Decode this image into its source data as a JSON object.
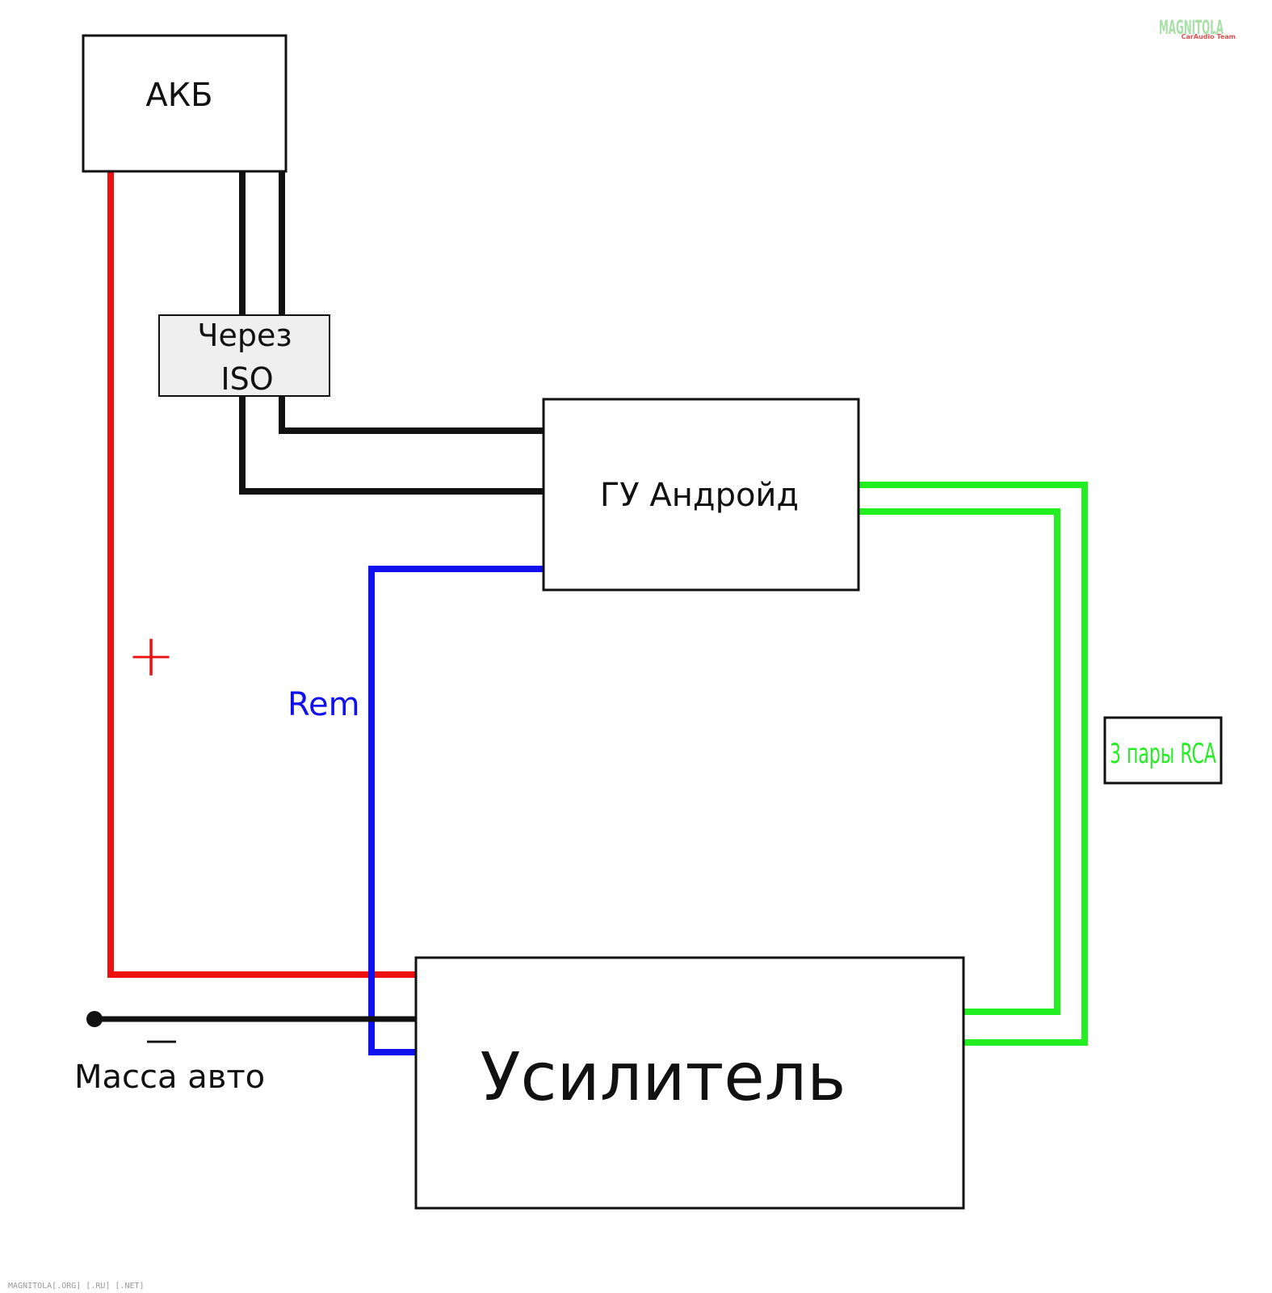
{
  "watermark": {
    "text": "MAGNITOLA",
    "subtext": "CarAudio Team"
  },
  "blocks": {
    "battery": "АКБ",
    "iso_line1": "Через",
    "iso_line2": "ISO",
    "head_unit": "ГУ Андройд",
    "amplifier": "Усилитель",
    "rca_label": "3 пары RCA"
  },
  "labels": {
    "plus": "+",
    "minus": "—",
    "ground": "Масса авто",
    "rem": "Rem"
  },
  "footer": "MAGNITOLA[.ORG] [.RU] [.NET]",
  "colors": {
    "power_wire": "#ee1111",
    "ground_wire": "#111111",
    "remote_wire": "#1111ee",
    "rca_wire": "#22ee22",
    "watermark": "#a8e0a8",
    "footer": "#999999"
  }
}
